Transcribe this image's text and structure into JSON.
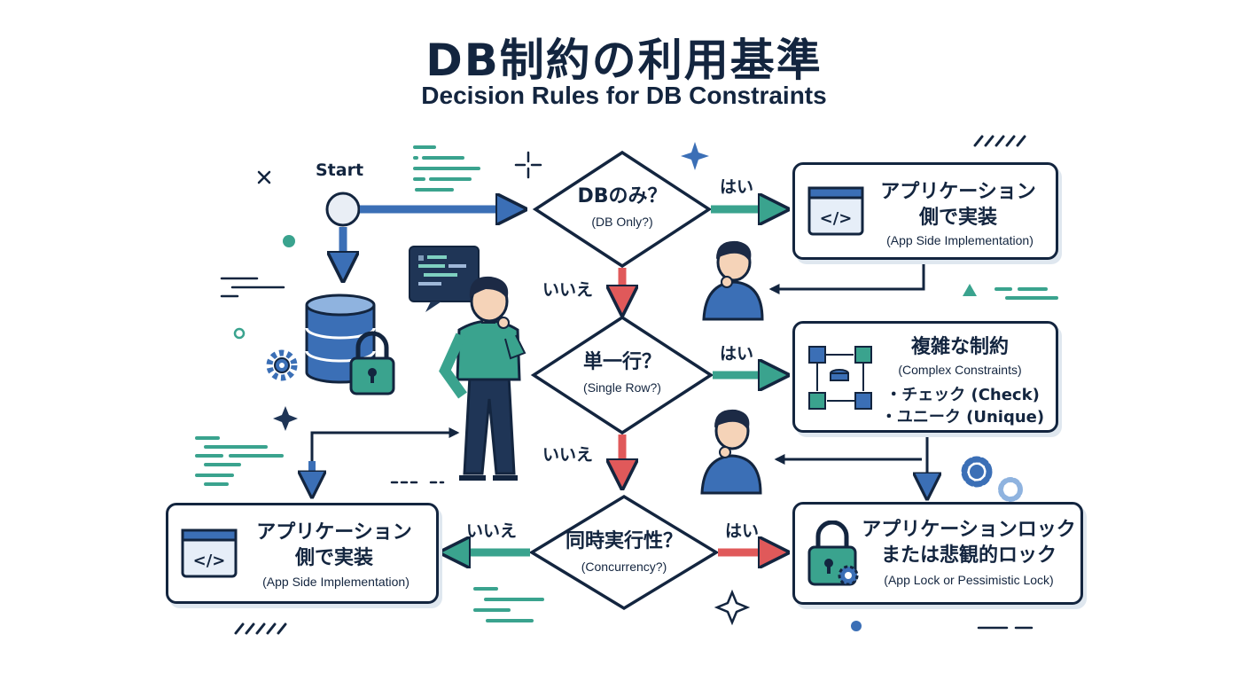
{
  "title": {
    "ja": "DB制約の利用基準",
    "en": "Decision Rules for DB Constraints"
  },
  "start_label": "Start",
  "decisions": [
    {
      "id": "db_only",
      "ja": "DBのみ？",
      "en": "(DB Only?)"
    },
    {
      "id": "single_row",
      "ja": "単一行？",
      "en": "(Single Row?)"
    },
    {
      "id": "concurrency",
      "ja": "同時実行性？",
      "en": "(Concurrency?)"
    }
  ],
  "edge_labels": {
    "yes": "はい",
    "no": "いいえ"
  },
  "outcomes": {
    "app_side_top": {
      "line1": "アプリケーション",
      "line2": "側で実装",
      "en": "(App Side Implementation)"
    },
    "complex": {
      "ja": "複雑な制約",
      "en": "(Complex Constraints)",
      "bullets": [
        "・チェック (Check)",
        "・ユニーク (Unique)"
      ]
    },
    "app_side_bottom": {
      "line1": "アプリケーション",
      "line2": "側で実装",
      "en": "(App Side Implementation)"
    },
    "lock": {
      "line1": "アプリケーションロック",
      "line2": "または悲観的ロック",
      "en": "(App Lock or Pessimistic Lock)"
    }
  },
  "colors": {
    "ink": "#13253f",
    "blue": "#3b6fb6",
    "teal": "#3aa38e",
    "red": "#e0595a",
    "skin": "#f5d3b8",
    "hair": "#1c2a45"
  },
  "icons": [
    "code-window-icon",
    "flowchart-icon",
    "padlock-icon",
    "database-icon",
    "gear-icon",
    "chat-bubble-icon",
    "sparkle-icon"
  ]
}
